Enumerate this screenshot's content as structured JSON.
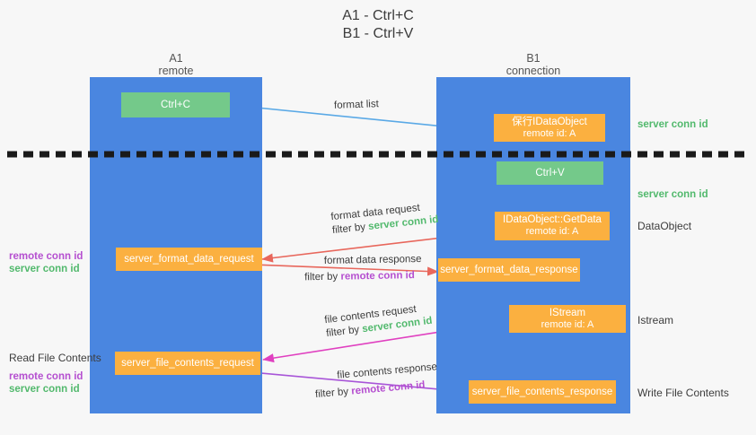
{
  "title": {
    "line1": "A1 - Ctrl+C",
    "line2": "B1 - Ctrl+V"
  },
  "columns": [
    {
      "name": "A1",
      "sub": "remote"
    },
    {
      "name": "B1",
      "sub": "connection"
    }
  ],
  "boxes": {
    "ctrl_c": "Ctrl+C",
    "ctrl_v": "Ctrl+V",
    "idataobject": {
      "line1": "保行IDataObject",
      "line2": "remote id: A"
    },
    "getdata": {
      "line1": "IDataObject::GetData",
      "line2": "remote id: A"
    },
    "istream": {
      "line1": "IStream",
      "line2": "remote id: A"
    },
    "fmt_req": "server_format_data_request",
    "fmt_resp": "server_format_data_response",
    "file_req": "server_file_contents_request",
    "file_resp": "server_file_contents_response"
  },
  "edge_labels": {
    "format_list": "format list",
    "fmt_req_1": "format data request",
    "fmt_req_2a": "filter by ",
    "fmt_req_2b": "server conn id",
    "fmt_resp_1": "format data response",
    "fmt_resp_2a": "filter by ",
    "fmt_resp_2b": "remote conn id",
    "file_req_1": "file contents request",
    "file_req_2a": "filter by ",
    "file_req_2b": "server conn id",
    "file_resp_1": "file contents response",
    "file_resp_2a": "filter by ",
    "file_resp_2b": "remote conn id"
  },
  "right_notes": {
    "server_conn_1": "server conn id",
    "server_conn_2": "server conn id",
    "dataobject": "DataObject",
    "istream": "Istream",
    "write_file": "Write File Contents"
  },
  "left_notes": {
    "remote_conn_1": "remote conn id",
    "server_conn_1": "server conn id",
    "read_file": "Read File Contents",
    "remote_conn_2": "remote conn id",
    "server_conn_2": "server conn id"
  },
  "colors": {
    "lane": "#4a86e0",
    "green_box": "#74c98a",
    "orange_box": "#fbb040",
    "green_text": "#52b96d",
    "purple_text": "#b54fd0",
    "blue_arrow": "#5aa9e6",
    "red_arrow": "#e8675c",
    "magenta_arrow": "#e040c0",
    "purple_arrow": "#a855d8",
    "dash_line": "#1a1a1a"
  }
}
